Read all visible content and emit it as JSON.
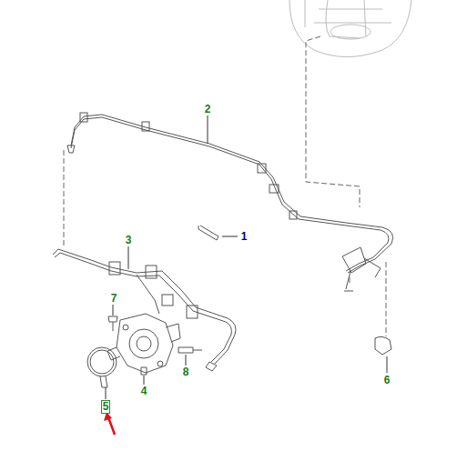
{
  "diagram": {
    "nodes": [
      {
        "text": [
          "5"
        ]
      }
    ],
    "labels": [
      "2",
      "1",
      "3",
      "7",
      "8",
      "6",
      "4"
    ]
  }
}
